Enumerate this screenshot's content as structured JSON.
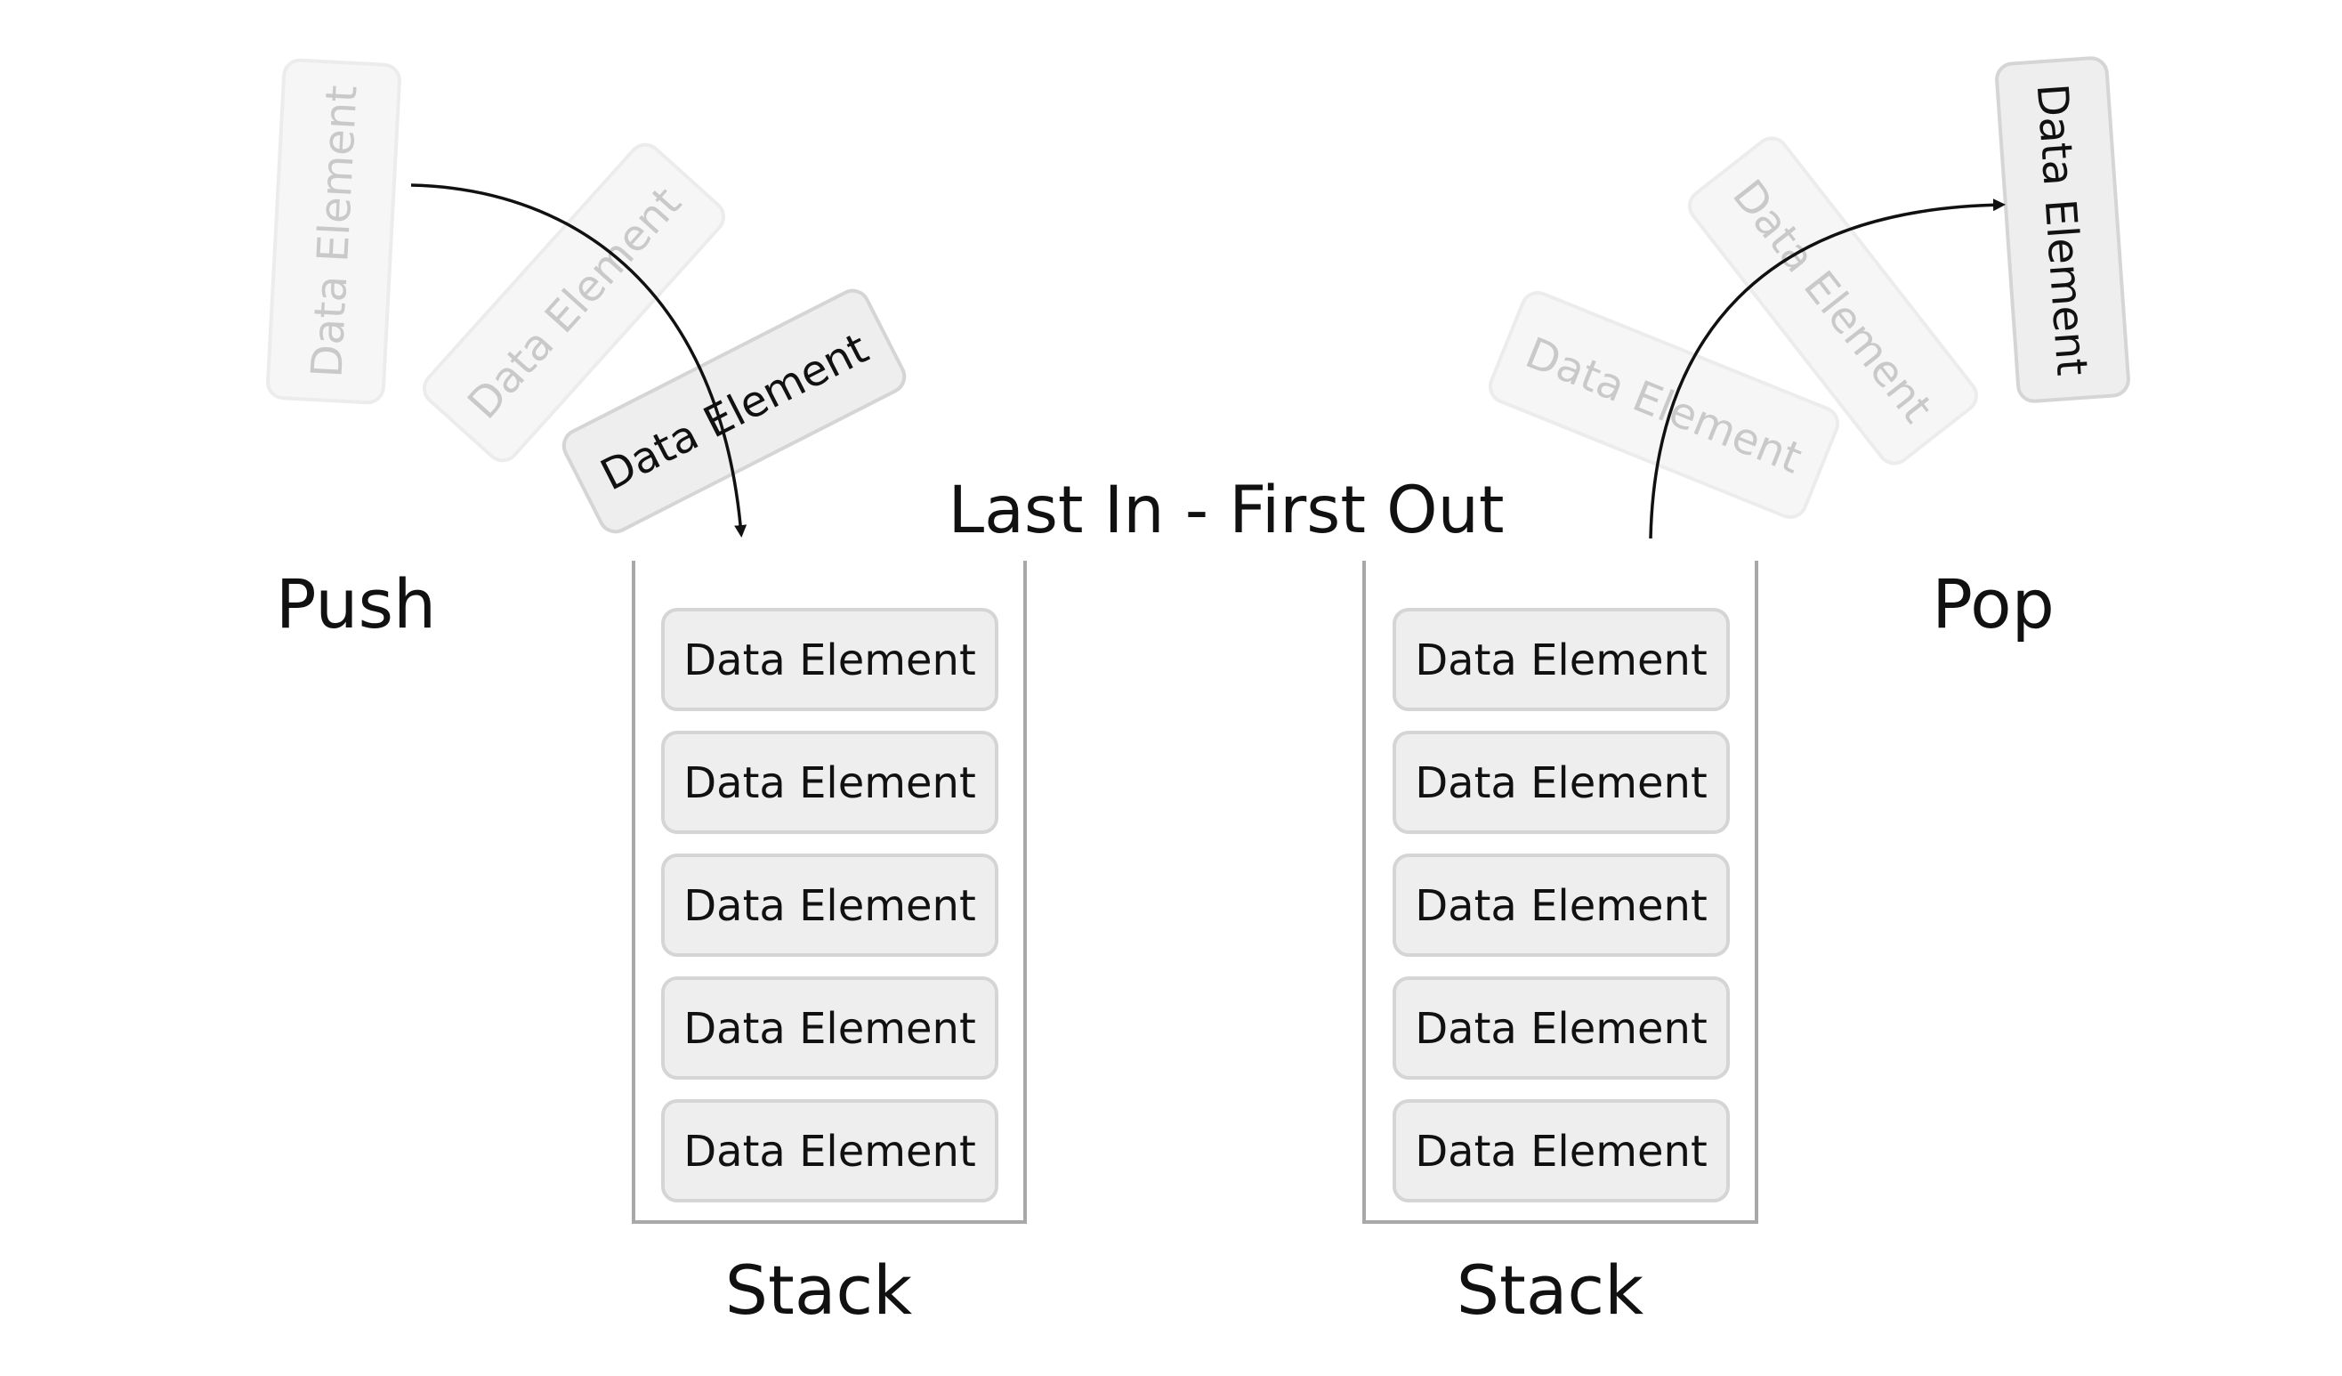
{
  "title": "Last In - First Out",
  "push_label": "Push",
  "pop_label": "Pop",
  "stacks": [
    {
      "caption": "Stack",
      "elements": [
        "Data Element",
        "Data Element",
        "Data Element",
        "Data Element",
        "Data Element"
      ]
    },
    {
      "caption": "Stack",
      "elements": [
        "Data Element",
        "Data Element",
        "Data Element",
        "Data Element",
        "Data Element"
      ]
    }
  ],
  "push_sequence": [
    {
      "label": "Data Element",
      "state": "ghost"
    },
    {
      "label": "Data Element",
      "state": "ghost"
    },
    {
      "label": "Data Element",
      "state": "active"
    }
  ],
  "pop_sequence": [
    {
      "label": "Data Element",
      "state": "ghost"
    },
    {
      "label": "Data Element",
      "state": "ghost"
    },
    {
      "label": "Data Element",
      "state": "active"
    }
  ],
  "colors": {
    "element_fill": "#eeeeee",
    "element_border": "#d5d5d5",
    "ghost_text": "#c9c9c9",
    "container": "#a8a8a8",
    "arrow": "#111111"
  }
}
